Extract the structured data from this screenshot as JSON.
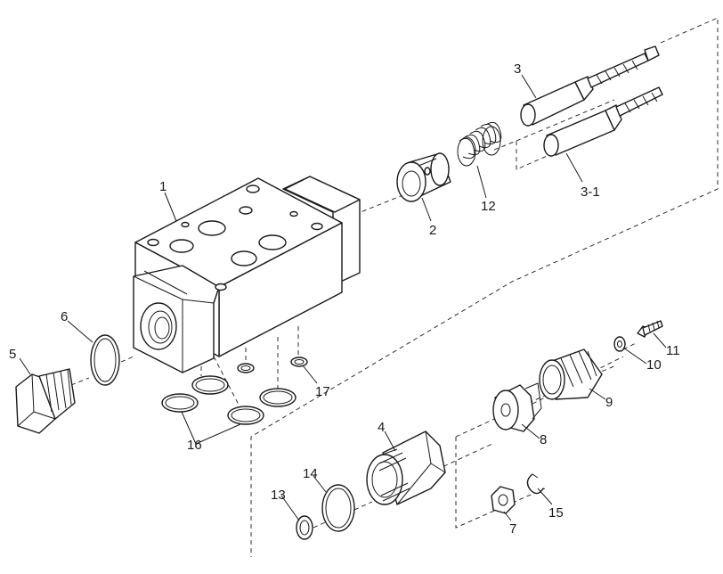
{
  "colors": {
    "line": "#1a1a1a",
    "background": "#ffffff"
  },
  "callouts": {
    "c1": "1",
    "c2": "2",
    "c3": "3",
    "c3_1": "3-1",
    "c4": "4",
    "c5": "5",
    "c6": "6",
    "c7": "7",
    "c8": "8",
    "c9": "9",
    "c10": "10",
    "c11": "11",
    "c12": "12",
    "c13": "13",
    "c14": "14",
    "c15": "15",
    "c16": "16",
    "c17": "17"
  }
}
